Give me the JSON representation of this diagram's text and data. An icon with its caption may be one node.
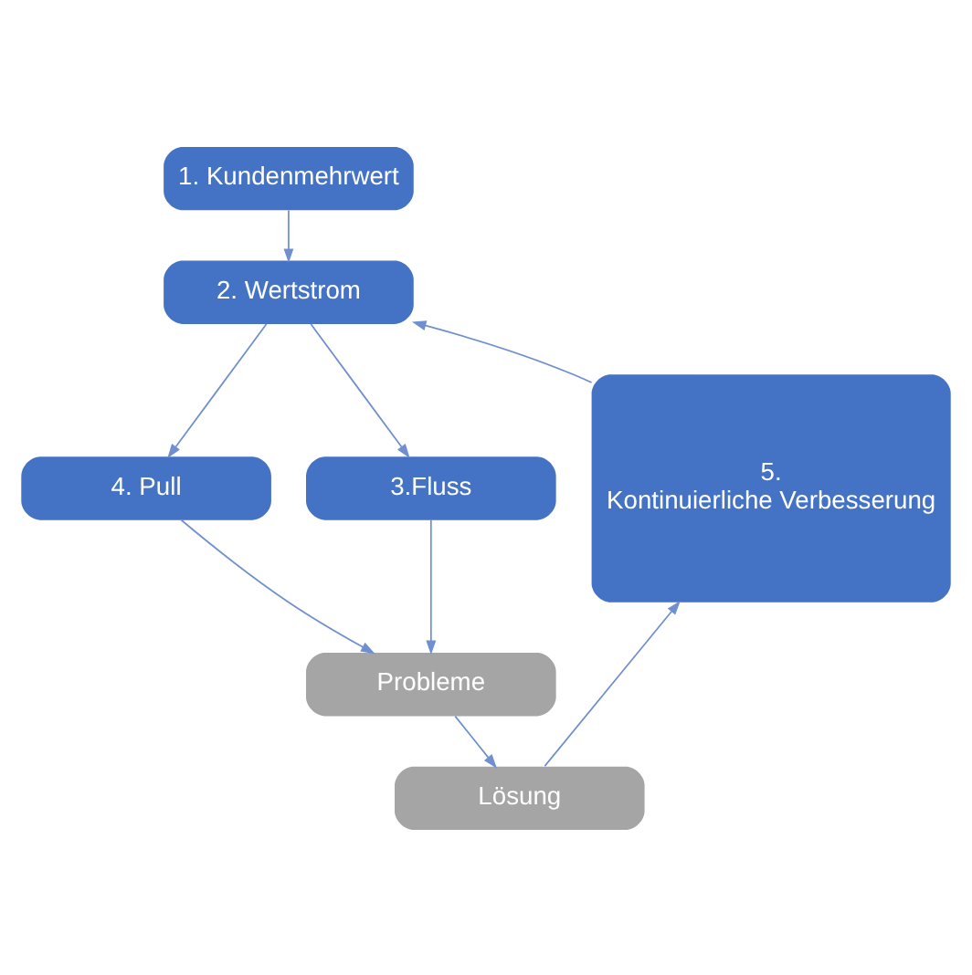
{
  "diagram": {
    "nodes": [
      {
        "text": [
          "1. Kundenmehrwert"
        ]
      },
      {
        "text": [
          "2. Wertstrom"
        ]
      },
      {
        "text": [
          "4. Pull"
        ]
      },
      {
        "text": [
          "3.Fluss"
        ]
      },
      {
        "text": [
          "Probleme"
        ]
      },
      {
        "text": [
          "Lösung"
        ]
      },
      {
        "text": [
          "5. Kontinuierliche Verbesserung"
        ]
      }
    ],
    "edges": [
      {
        "from": 0,
        "to": 1,
        "arrow": "to"
      },
      {
        "from": 1,
        "to": 2,
        "arrow": "to"
      },
      {
        "from": 1,
        "to": 3,
        "arrow": "to"
      },
      {
        "from": 2,
        "to": 4,
        "arrow": "to"
      },
      {
        "from": 3,
        "to": 4,
        "arrow": "to"
      },
      {
        "from": 4,
        "to": 5,
        "arrow": "to"
      },
      {
        "from": 5,
        "to": 6,
        "arrow": "to"
      },
      {
        "from": 6,
        "to": 1,
        "arrow": "to"
      }
    ]
  }
}
